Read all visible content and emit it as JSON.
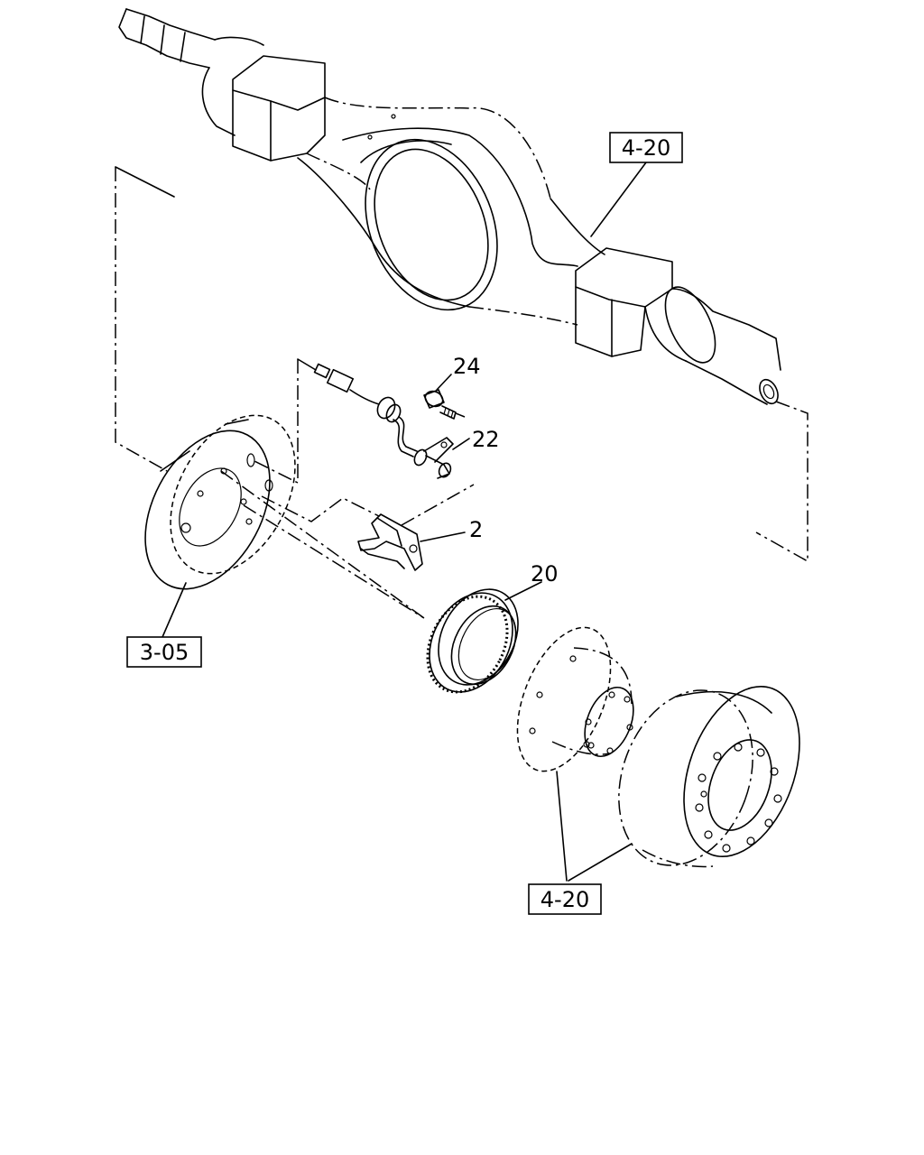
{
  "callouts": {
    "ref_axle_housing": "4-20",
    "ref_brake_drum": "3-05",
    "ref_hub_drum": "4-20",
    "part_bolt": "24",
    "part_sensor": "22",
    "part_bracket": "2",
    "part_ring": "20"
  }
}
